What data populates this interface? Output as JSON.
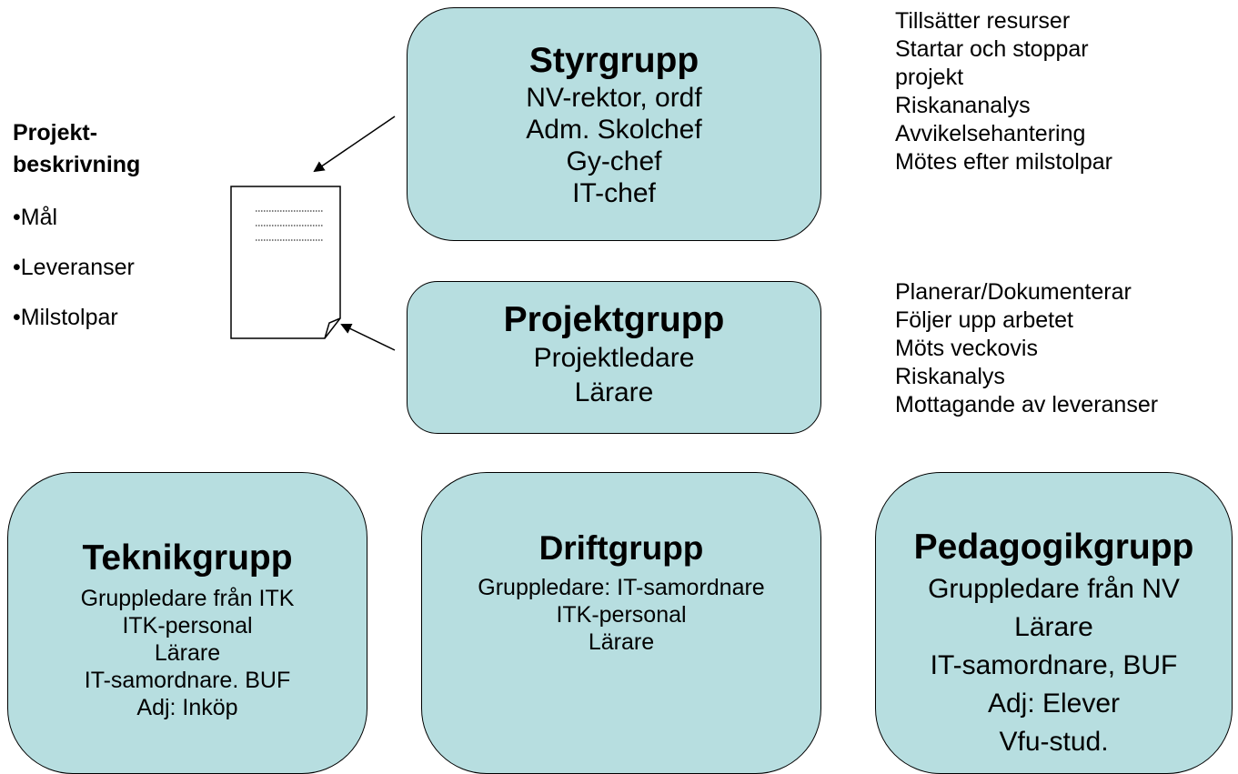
{
  "styrgrupp": {
    "title": "Styrgrupp",
    "members": [
      "NV-rektor, ordf",
      "Adm. Skolchef",
      "Gy-chef",
      "IT-chef"
    ],
    "duties": [
      "Tillsätter resurser",
      "Startar och stoppar",
      "projekt",
      "Riskananalys",
      "Avvikelsehantering",
      "Mötes efter milstolpar"
    ]
  },
  "projektgrupp": {
    "title": "Projektgrupp",
    "members": [
      "Projektledare",
      "Lärare"
    ],
    "duties": [
      "Planerar/Dokumenterar",
      "Följer upp arbetet",
      "Möts veckovis",
      "Riskanalys",
      "Mottagande av leveranser"
    ]
  },
  "projektbeskrivning": {
    "heading_line1": "Projekt-",
    "heading_line2": "beskrivning",
    "bullet": "•",
    "items": [
      "Mål",
      "Leveranser",
      "Milstolpar"
    ]
  },
  "teknikgrupp": {
    "title": "Teknikgrupp",
    "members": [
      "Gruppledare från ITK",
      "ITK-personal",
      "Lärare",
      "IT-samordnare. BUF",
      "Adj: Inköp"
    ]
  },
  "driftgrupp": {
    "title": "Driftgrupp",
    "members": [
      "Gruppledare: IT-samordnare",
      "ITK-personal",
      "Lärare"
    ]
  },
  "pedagogikgrupp": {
    "title": "Pedagogikgrupp",
    "members": [
      "Gruppledare från NV",
      "Lärare",
      "IT-samordnare, BUF",
      "Adj: Elever",
      "Vfu-stud."
    ]
  },
  "colors": {
    "box_fill": "#b7dee0",
    "stroke": "#000000"
  }
}
